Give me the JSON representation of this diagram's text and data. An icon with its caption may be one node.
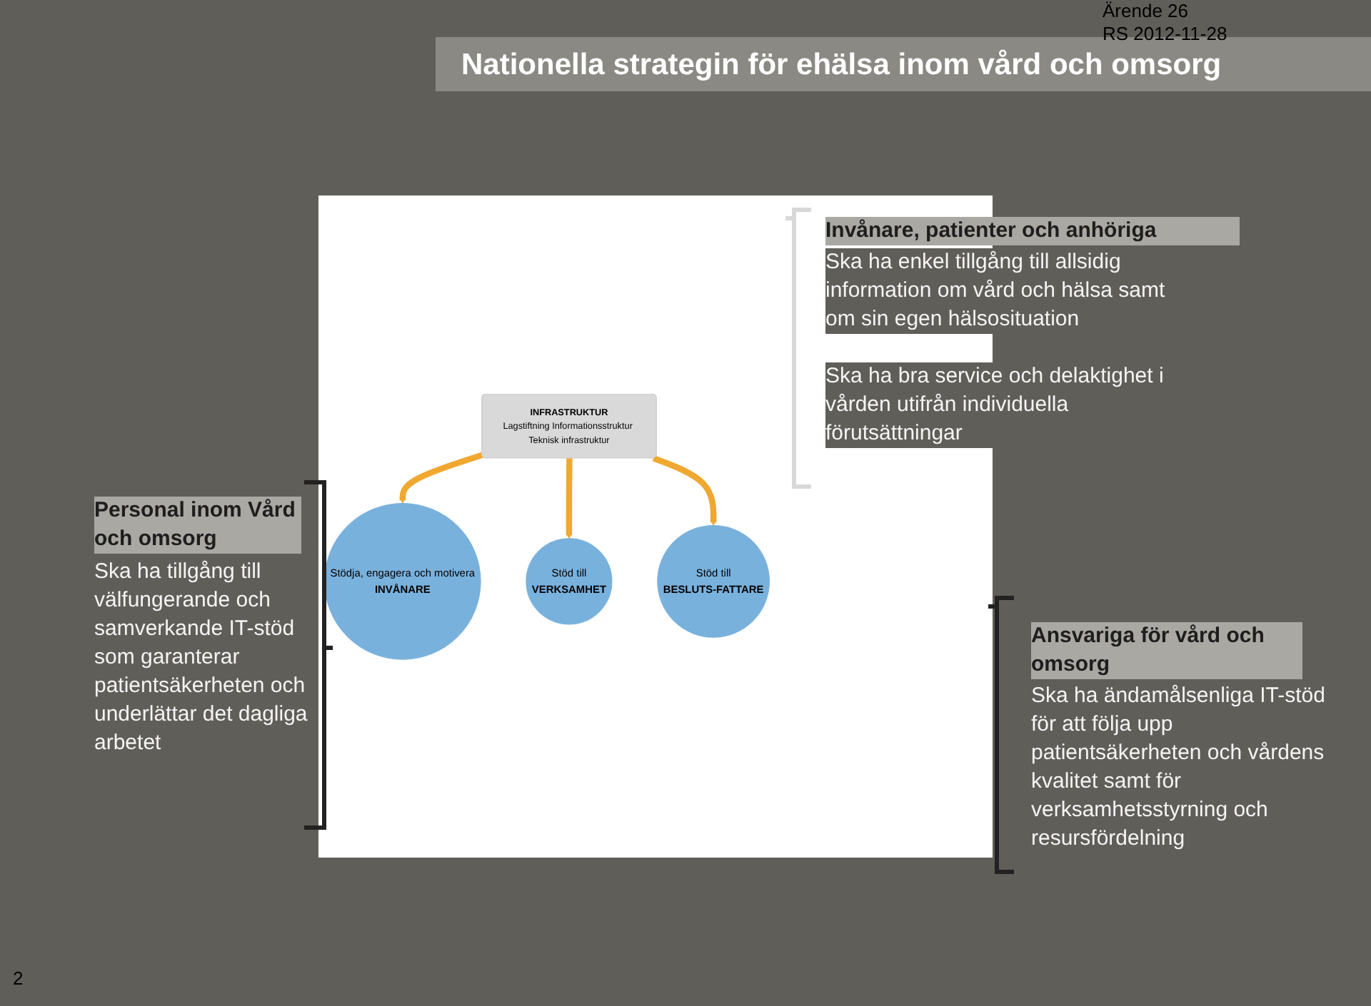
{
  "diagram": {
    "title": "Nationella strategin för ehälsa inom vård och omsorg",
    "nodes": [
      {
        "text": [
          "Stödja, engagera och motivera",
          "INVÅNARE"
        ]
      },
      {
        "text": [
          "INFRASTRUKTUR",
          "Lagstiftning Informationsstruktur Teknisk infrastruktur"
        ]
      },
      {
        "text": [
          "Stöd till",
          "VERKSAMHET"
        ]
      },
      {
        "text": [
          "Stöd till",
          "BESLUTS-FATTARE"
        ]
      }
    ],
    "edges": [
      {
        "from": 1,
        "to": 0,
        "arrow": "to"
      },
      {
        "from": 1,
        "to": 2,
        "arrow": "to"
      },
      {
        "from": 1,
        "to": 3,
        "arrow": "to"
      }
    ],
    "labels": [
      "Ärende 26",
      "RS 2012-11-28",
      "Invånare, patienter och anhöriga",
      "Ska ha enkel tillgång till allsidig information om vård och hälsa samt om sin egen hälsosituation",
      "Ska ha bra service och delaktighet i vården utifrån individuella förutsättningar",
      "Personal inom Vård och omsorg",
      "Ska ha tillgång till välfungerande och samverkande IT-stöd som garanterar patientsäkerheten och underlättar det dagliga arbetet",
      "Ansvariga för vård och omsorg",
      "Ska ha ändamålsenliga IT-stöd för att följa upp patientsäkerheten och vårdens kvalitet samt för verksamhetsstyrning och resursfördelning",
      "2"
    ]
  }
}
